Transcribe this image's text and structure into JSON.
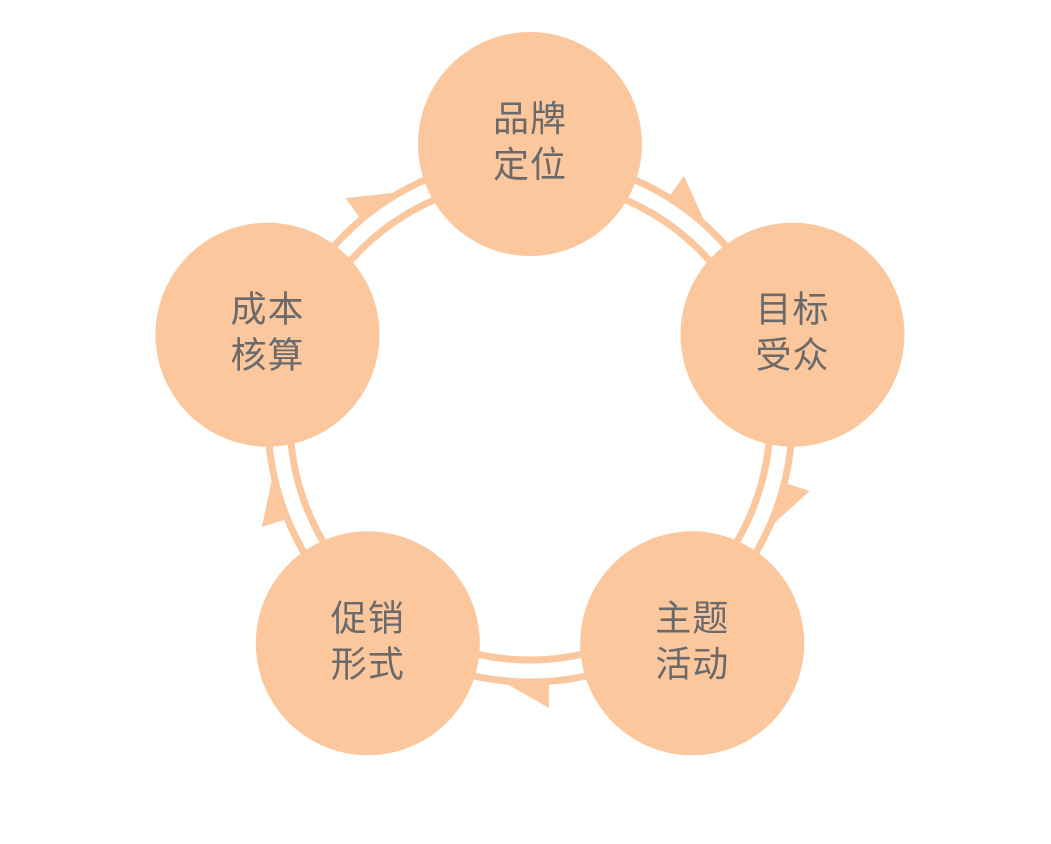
{
  "diagram": {
    "accent_color": "#fdc79e",
    "text_color": "#6a6a6a",
    "nodes": [
      {
        "id": "brand",
        "lines": [
          "品牌",
          "定位"
        ]
      },
      {
        "id": "audience",
        "lines": [
          "目标",
          "受众"
        ]
      },
      {
        "id": "theme",
        "lines": [
          "主题",
          "活动"
        ]
      },
      {
        "id": "promotion",
        "lines": [
          "促销",
          "形式"
        ]
      },
      {
        "id": "cost",
        "lines": [
          "成本",
          "核算"
        ]
      }
    ]
  }
}
